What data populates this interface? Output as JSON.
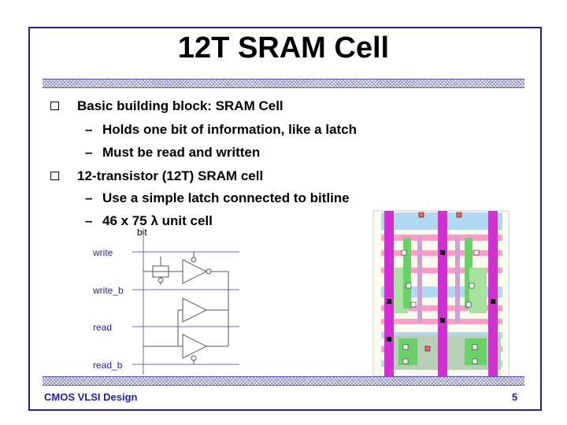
{
  "slide": {
    "title": "12T SRAM Cell",
    "footer_left": "CMOS VLSI Design",
    "page_number": "5"
  },
  "bullets": [
    {
      "text": "Basic building block: SRAM Cell",
      "sub": [
        "Holds one bit of information, like a latch",
        "Must be read and written"
      ]
    },
    {
      "text": "12-transistor (12T) SRAM cell",
      "sub": [
        "Use a simple latch connected to bitline",
        "46 x 75 λ unit cell"
      ]
    }
  ],
  "schematic": {
    "bitline_label": "bit",
    "signals": [
      "write",
      "write_b",
      "read",
      "read_b"
    ],
    "colors": {
      "wires": "#6a6ac8",
      "signal_text": "#1f1fa8"
    }
  }
}
